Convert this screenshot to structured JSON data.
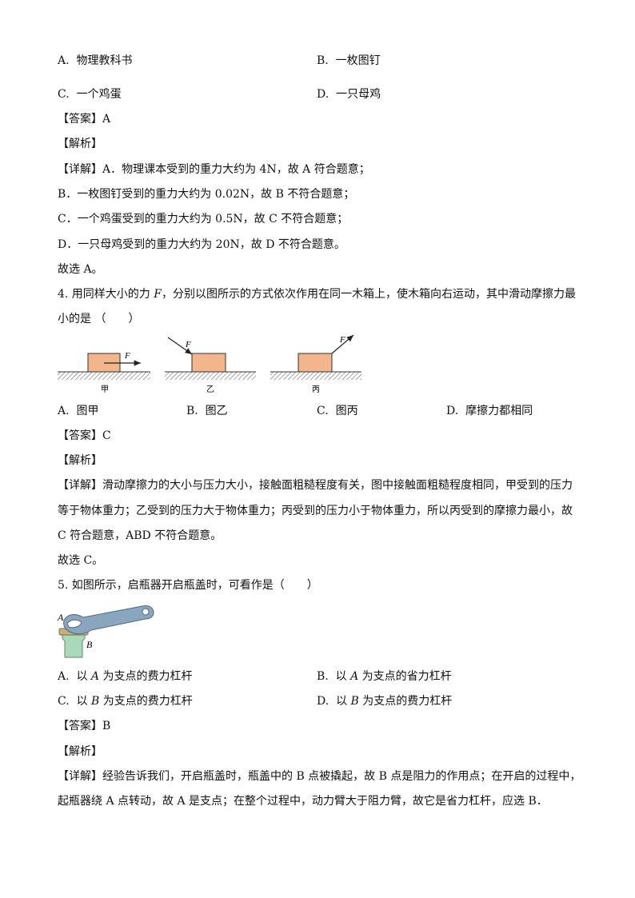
{
  "q3": {
    "options": [
      {
        "key": "A.",
        "text": "物理教科书"
      },
      {
        "key": "B.",
        "text": "一枚图钉"
      },
      {
        "key": "C.",
        "text": "一个鸡蛋"
      },
      {
        "key": "D.",
        "text": "一只母鸡"
      }
    ],
    "answer_tag": "【答案】",
    "answer": "A",
    "analysis_tag": "【解析】",
    "detail_tag": "【详解】",
    "detail_lines": [
      "A．物理课本受到的重力大约为 4N，故 A 符合题意；",
      "B．一枚图钉受到的重力大约为 0.02N，故 B 不符合题意；",
      "C．一个鸡蛋受到的重力大约为 0.5N，故 C 不符合题意；",
      "D．一只母鸡受到的重力大约为 20N，故 D 不符合题意。"
    ],
    "conclusion": "故选 A。"
  },
  "q4": {
    "stem_line1_a": "4. 用同样大小的力 ",
    "stem_var": "F",
    "stem_line1_b": "，分别以图所示的方式依次作用在同一木箱上，使木箱向右运动，其中滑动摩擦力最",
    "stem_line2": "小的是 （　　）",
    "figure": {
      "force_label": "F",
      "captions": [
        "甲",
        "乙",
        "丙"
      ],
      "box_color": "#f2b58c"
    },
    "options": [
      {
        "key": "A.",
        "text": "图甲"
      },
      {
        "key": "B.",
        "text": "图乙"
      },
      {
        "key": "C.",
        "text": "图丙"
      },
      {
        "key": "D.",
        "text": "摩擦力都相同"
      }
    ],
    "answer_tag": "【答案】",
    "answer": "C",
    "analysis_tag": "【解析】",
    "detail_tag": "【详解】",
    "detail_lines": [
      "滑动摩擦力的大小与压力大小，接触面粗糙程度有关，图中接触面粗糙程度相同，甲受到的压力",
      "等于物体重力；乙受到的压力大于物体重力；丙受到的压力小于物体重力，所以丙受到的摩擦力最小，故",
      "C 符合题意，ABD 不符合题意。"
    ],
    "conclusion": "故选 C。"
  },
  "q5": {
    "stem": "5. 如图所示，启瓶器开启瓶盖时，可看作是（　　）",
    "figure": {
      "label_a": "A",
      "label_b": "B"
    },
    "options": [
      {
        "key": "A.",
        "pre": "以 ",
        "var": "A",
        "post": " 为支点的费力杠杆"
      },
      {
        "key": "B.",
        "pre": "以 ",
        "var": "A",
        "post": " 为支点的省力杠杆"
      },
      {
        "key": "C.",
        "pre": "以 ",
        "var": "B",
        "post": " 为支点的费力杠杆"
      },
      {
        "key": "D.",
        "pre": "以 ",
        "var": "B",
        "post": " 为支点的费力杠杆"
      }
    ],
    "answer_tag": "【答案】",
    "answer": "B",
    "analysis_tag": "【解析】",
    "detail_tag": "【详解】",
    "detail_lines": [
      "经验告诉我们，开启瓶盖时，瓶盖中的 B 点被撬起，故 B 点是阻力的作用点；在开启的过程中，",
      "起瓶器绕 A 点转动，故 A 是支点；在整个过程中，动力臂大于阻力臂，故它是省力杠杆，应选 B．"
    ]
  }
}
